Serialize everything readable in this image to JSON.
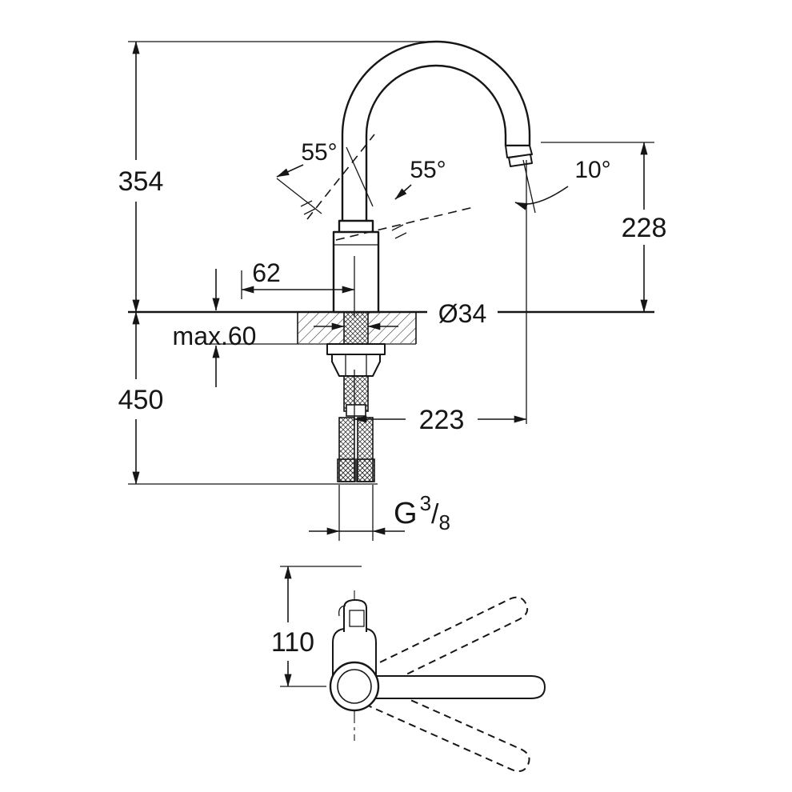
{
  "colors": {
    "ink": "#161616",
    "paper": "#ffffff"
  },
  "labels": {
    "overall_height": "354",
    "install_depth": "450",
    "spout_clearance": "228",
    "spout_reach": "223",
    "handle_offset": "62",
    "hole_diameter": "Ø34",
    "deck_thickness": "max.60",
    "swivel_left": "55°",
    "swivel_right": "55°",
    "outlet_tilt": "10°",
    "handle_length": "110",
    "thread_letter": "G",
    "thread_numerator": "3",
    "thread_slash": "/",
    "thread_denominator": "8"
  }
}
